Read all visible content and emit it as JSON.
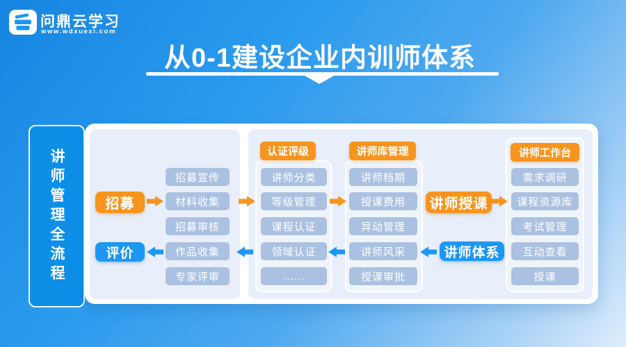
{
  "brand": {
    "name": "问鼎云学习",
    "url": "www.wdxuexi.com"
  },
  "title": {
    "text": "从0-1建设企业内训师体系"
  },
  "sidebar": {
    "label": "讲师管理全流程"
  },
  "flow": {
    "recruit_button": "招募",
    "evaluate_button": "评价",
    "recruit_items": [
      "招募宣传",
      "材料收集",
      "招募审核"
    ],
    "evaluate_items": [
      "作品收集",
      "专家评审"
    ],
    "groups": [
      {
        "header": "认证评级",
        "items": [
          "讲师分类",
          "等级管理",
          "课程认证",
          "领域认证",
          "......"
        ]
      },
      {
        "header": "讲师库管理",
        "items": [
          "讲师档期",
          "授课费用",
          "异动管理",
          "讲师风采",
          "授课审批"
        ]
      },
      {
        "header": "讲师工作台",
        "items": [
          "需求调研",
          "课程资源库",
          "考试管理",
          "互动查看",
          "授课"
        ]
      }
    ],
    "teach_button": "讲师授课",
    "system_button": "讲师体系"
  },
  "colors": {
    "orange": "#F7941E",
    "blue": "#1E97F3",
    "blue2": "#0D8FE8",
    "pill": "#ABC1E1",
    "panel": "#E9EFFA"
  }
}
